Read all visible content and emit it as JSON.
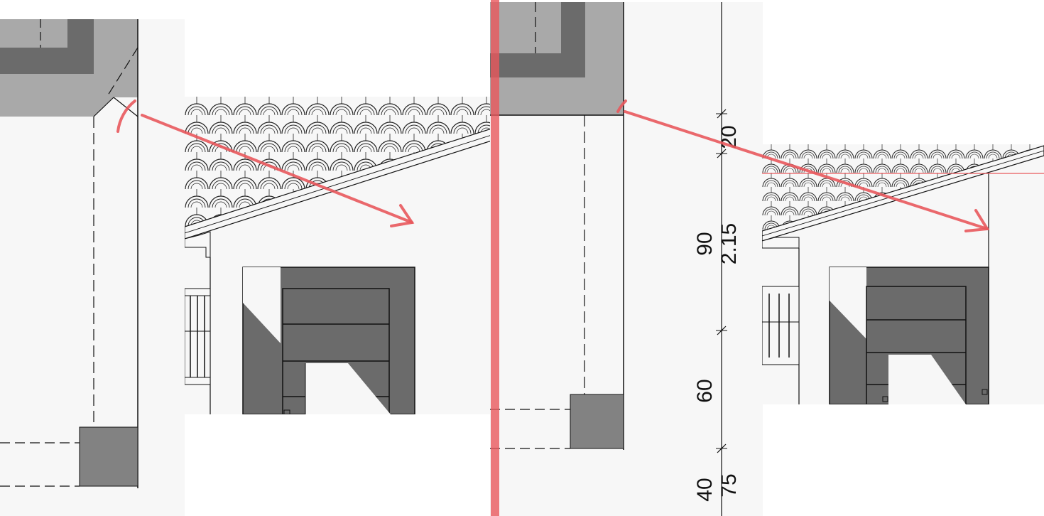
{
  "dimensions": {
    "upper_set": [
      "20",
      "2.15",
      "75"
    ],
    "lower_set": [
      "90",
      "60",
      "40"
    ]
  },
  "colors": {
    "background": "#f7f7f7",
    "dark_fill": "#6b6b6b",
    "mid_fill": "#a9a9a9",
    "column_fill": "#828282",
    "line": "#111111",
    "annotation_red": "#e8585c"
  },
  "annotations": {
    "arrow_count": 2,
    "vertical_marker": "red-vertical-line",
    "horizontal_marker": "red-horizontal-line"
  }
}
